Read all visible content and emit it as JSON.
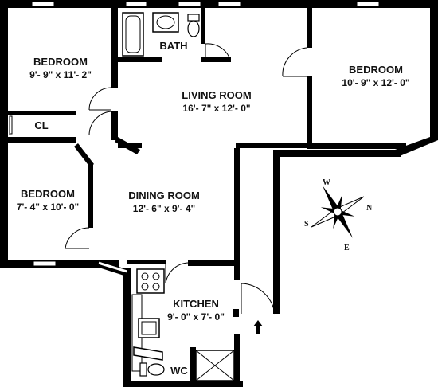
{
  "rooms": {
    "bedroom_top_left": {
      "name": "BEDROOM",
      "dims": "9'- 9\" x 11'- 2\""
    },
    "closet": {
      "name": "CL"
    },
    "bath": {
      "name": "BATH"
    },
    "living_room": {
      "name": "LIVING ROOM",
      "dims": "16'- 7\" x 12'- 0\""
    },
    "bedroom_right": {
      "name": "BEDROOM",
      "dims": "10'- 9\" x 12'- 0\""
    },
    "bedroom_bottom_left": {
      "name": "BEDROOM",
      "dims": "7'- 4\" x 10'- 0\""
    },
    "dining_room": {
      "name": "DINING ROOM",
      "dims": "12'- 6\" x 9'- 4\""
    },
    "kitchen": {
      "name": "KITCHEN",
      "dims": "9'- 0\" x 7'- 0\""
    },
    "wc": {
      "name": "WC"
    }
  },
  "compass": {
    "w": "W",
    "n": "N",
    "s": "S",
    "e": "E"
  }
}
